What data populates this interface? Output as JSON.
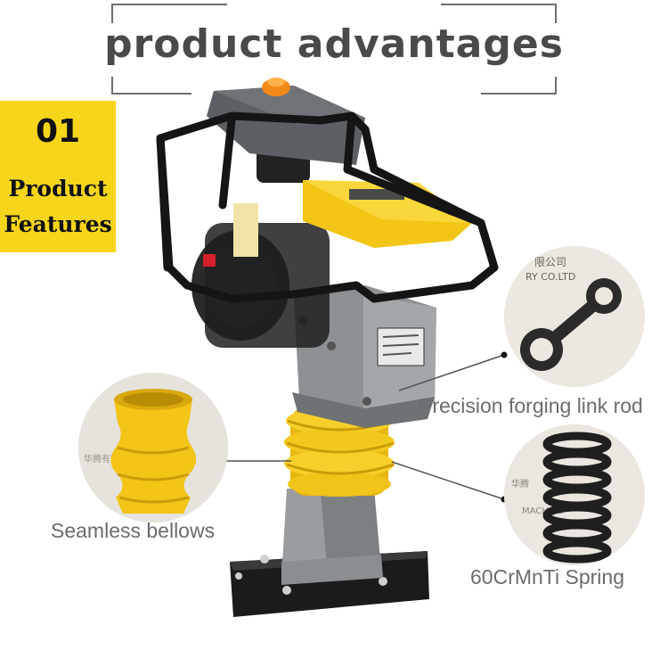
{
  "header": {
    "title": "product advantages"
  },
  "feature_label": {
    "number": "01",
    "line1": "Product",
    "line2": "Features"
  },
  "callouts": {
    "bellows": "Seamless bellows",
    "link_rod": "Precision forging link rod",
    "spring": "60CrMnTi Spring"
  },
  "colors": {
    "accent_yellow": "#f7d51a",
    "machine_gray": "#8a8d8f",
    "frame_black": "#1c1c1c",
    "bellows_yellow": "#f2c516"
  }
}
